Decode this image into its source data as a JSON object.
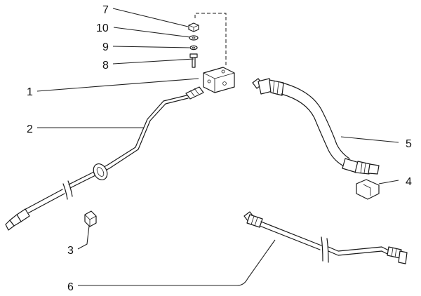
{
  "diagram": {
    "callouts": [
      {
        "id": "c7",
        "label": "7"
      },
      {
        "id": "c10",
        "label": "10"
      },
      {
        "id": "c9",
        "label": "9"
      },
      {
        "id": "c8",
        "label": "8"
      },
      {
        "id": "c1",
        "label": "1"
      },
      {
        "id": "c2",
        "label": "2"
      },
      {
        "id": "c5",
        "label": "5"
      },
      {
        "id": "c4",
        "label": "4"
      },
      {
        "id": "c3",
        "label": "3"
      },
      {
        "id": "c6",
        "label": "6"
      }
    ]
  }
}
